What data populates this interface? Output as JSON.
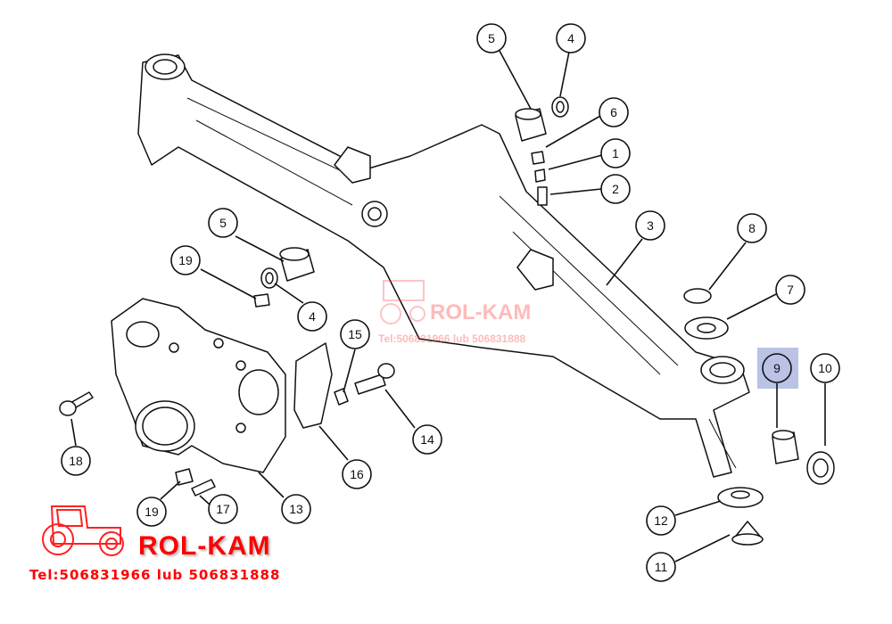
{
  "diagram": {
    "callouts": [
      {
        "id": "c5a",
        "label": "5"
      },
      {
        "id": "c4a",
        "label": "4"
      },
      {
        "id": "c6",
        "label": "6"
      },
      {
        "id": "c1",
        "label": "1"
      },
      {
        "id": "c2",
        "label": "2"
      },
      {
        "id": "c3",
        "label": "3"
      },
      {
        "id": "c8",
        "label": "8"
      },
      {
        "id": "c7",
        "label": "7"
      },
      {
        "id": "c9",
        "label": "9"
      },
      {
        "id": "c10",
        "label": "10"
      },
      {
        "id": "c12",
        "label": "12"
      },
      {
        "id": "c11",
        "label": "11"
      },
      {
        "id": "c5b",
        "label": "5"
      },
      {
        "id": "c19a",
        "label": "19"
      },
      {
        "id": "c4b",
        "label": "4"
      },
      {
        "id": "c15",
        "label": "15"
      },
      {
        "id": "c14",
        "label": "14"
      },
      {
        "id": "c16",
        "label": "16"
      },
      {
        "id": "c13",
        "label": "13"
      },
      {
        "id": "c17",
        "label": "17"
      },
      {
        "id": "c18",
        "label": "18"
      },
      {
        "id": "c19b",
        "label": "19"
      }
    ],
    "highlighted_callout": "9"
  },
  "watermark": {
    "brand": "ROL-KAM",
    "phone": "Tel:506831966 lub 506831888",
    "color": "#ff0000"
  }
}
